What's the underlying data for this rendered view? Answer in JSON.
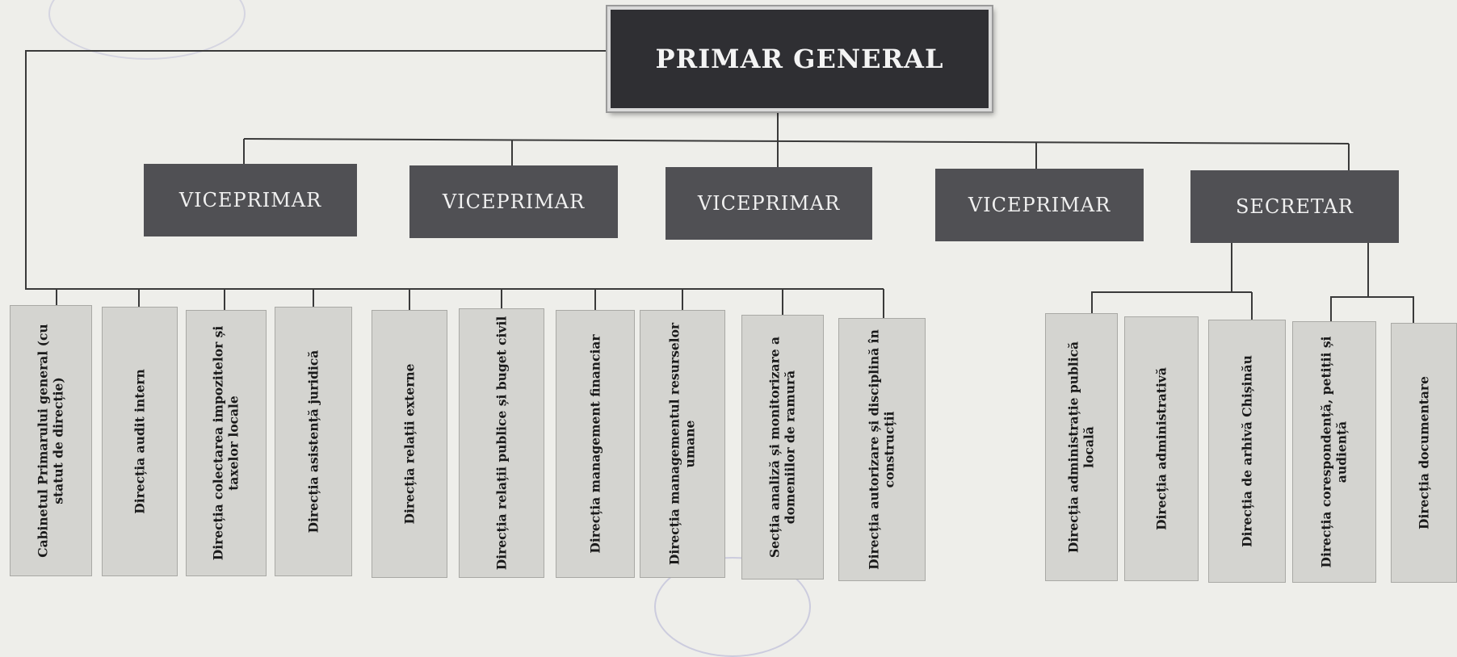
{
  "top": {
    "label": "PRIMAR GENERAL"
  },
  "viceprimari": [
    {
      "label": "VICEPRIMAR"
    },
    {
      "label": "VICEPRIMAR"
    },
    {
      "label": "VICEPRIMAR"
    },
    {
      "label": "VICEPRIMAR"
    },
    {
      "label": "SECRETAR"
    }
  ],
  "units_left": [
    {
      "label": "Cabinetul Primarului general (cu statut de direcție)"
    },
    {
      "label": "Direcția audit intern"
    },
    {
      "label": "Direcția colectarea impozitelor și taxelor locale"
    },
    {
      "label": "Direcția asistență juridică"
    },
    {
      "label": "Direcția relații externe"
    },
    {
      "label": "Direcția relații publice și buget civil"
    },
    {
      "label": "Direcția management financiar"
    },
    {
      "label": "Direcția managementul resurselor umane"
    },
    {
      "label": "Secția analiză și monitorizare a domeniilor de ramură"
    },
    {
      "label": "Direcția autorizare și disciplină în construcții"
    }
  ],
  "units_right": [
    {
      "label": "Direcția administrație publică locală"
    },
    {
      "label": "Direcția administrativă"
    },
    {
      "label": "Direcția de arhivă Chișinău"
    },
    {
      "label": "Direcția corespondență, petiții și audiență"
    },
    {
      "label": "Direcția documentare"
    }
  ]
}
